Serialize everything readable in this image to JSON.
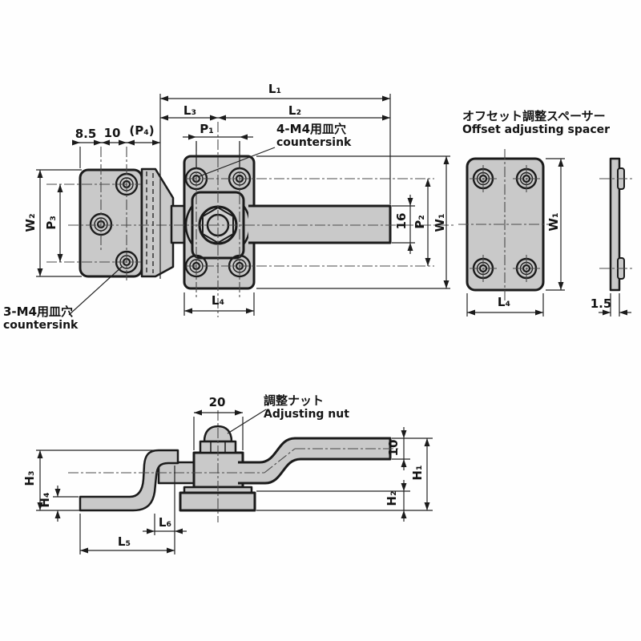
{
  "labels": {
    "L1": "L₁",
    "L2": "L₂",
    "L3": "L₃",
    "L4": "L₄",
    "L5": "L₅",
    "L6": "L₆",
    "P1": "P₁",
    "P2": "P₂",
    "P3": "P₃",
    "P4": "(P₄)",
    "W1": "W₁",
    "W2": "W₂",
    "H1": "H₁",
    "H2": "H₂",
    "H3": "H₃",
    "H4": "H₄",
    "dim_8_5": "8.5",
    "dim_10_plate": "10",
    "dim_16": "16",
    "dim_20": "20",
    "dim_10_arm": "10",
    "dim_1_5": "1.5"
  },
  "notes": {
    "countersink4_jp": "4-M4用皿穴",
    "countersink4_en": "countersink",
    "countersink3_jp": "3-M4用皿穴",
    "countersink3_en": "countersink",
    "spacer_title_jp": "オフセット調整スペーサー",
    "spacer_title_en": "Offset adjusting spacer",
    "adjusting_nut_jp": "調整ナット",
    "adjusting_nut_en": "Adjusting nut"
  },
  "colors": {
    "part_fill": "#c9c9c9",
    "line": "#1b1b1b",
    "background": "#fefefe"
  }
}
